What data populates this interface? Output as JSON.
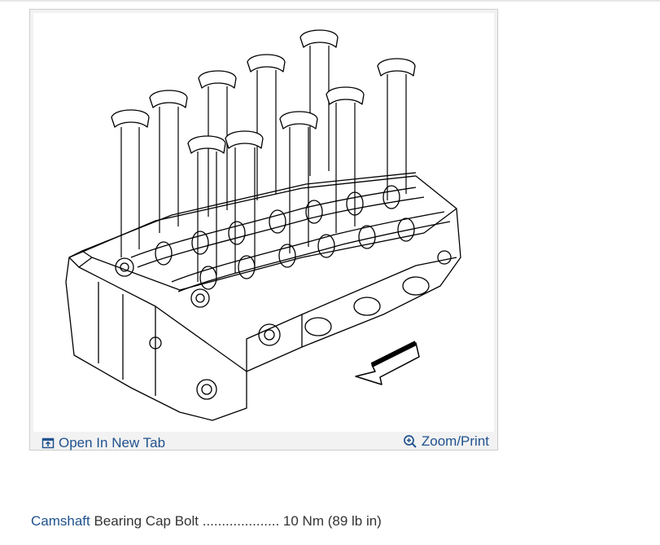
{
  "figure": {
    "open_new_tab_label": "Open In New Tab",
    "zoom_print_label": "Zoom/Print",
    "icons": {
      "open_tab": "open-in-new-tab-icon",
      "zoom": "zoom-in-icon"
    }
  },
  "spec": {
    "link_label": "Camshaft",
    "text": " Bearing Cap Bolt ",
    "dots": "....................",
    "value": " 10 Nm (89 lb in)"
  },
  "colors": {
    "link": "#20528e",
    "text": "#333333",
    "figure_bg": "#f2f2f2"
  }
}
